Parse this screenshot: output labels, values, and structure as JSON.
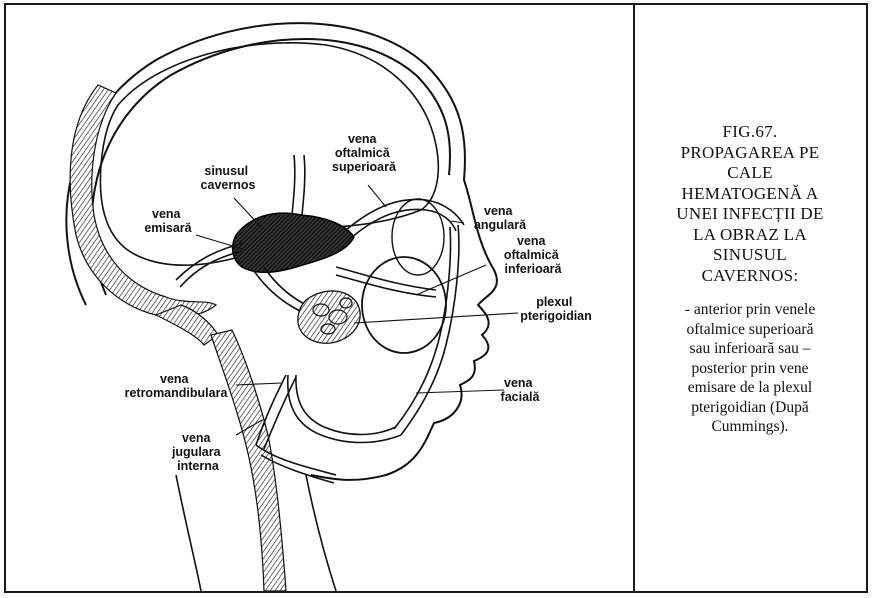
{
  "figure": {
    "caption_title_lines": [
      "FIG.67.",
      "PROPAGAREA PE",
      "CALE",
      "HEMATOGENĂ A",
      "UNEI INFECȚII DE",
      "LA OBRAZ LA",
      "SINUSUL",
      "CAVERNOS:"
    ],
    "caption_body_lines": [
      "- anterior prin venele",
      "oftalmice superioară",
      "sau inferioară sau –",
      "posterior prin vene",
      "emisare de la plexul",
      "pterigoidian (După",
      "Cummings)."
    ]
  },
  "labels": {
    "sinusul_cavernos": [
      "sinusul",
      "cavernos"
    ],
    "vena_oftalmica_superioara": [
      "vena",
      "oftalmică",
      "superioară"
    ],
    "vena_emisara": [
      "vena",
      "emisară"
    ],
    "vena_angulara": [
      "vena",
      "angulară"
    ],
    "vena_oftalmica_inferioara": [
      "vena",
      "oftalmică",
      "inferioară"
    ],
    "plexul_pterigoidian": [
      "plexul",
      "pterigoidian"
    ],
    "vena_retromandibulara": [
      "vena",
      "retromandibulara"
    ],
    "vena_faciala": [
      "vena",
      "facială"
    ],
    "vena_jugulara_interna": [
      "vena",
      "jugulara",
      "interna"
    ]
  }
}
